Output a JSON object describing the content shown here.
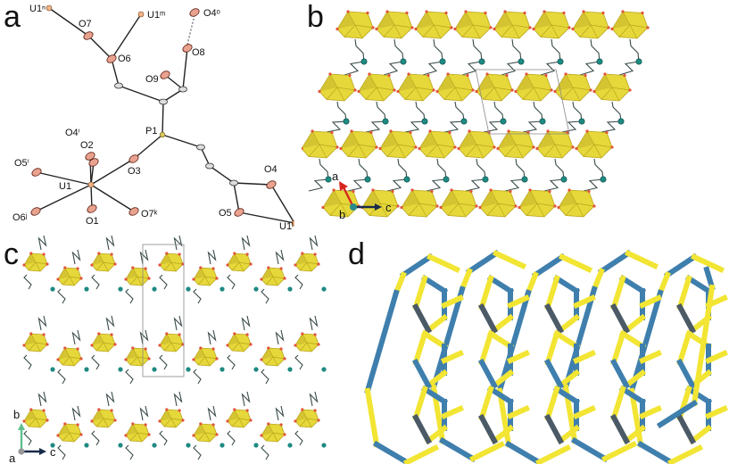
{
  "panels": {
    "a": {
      "label": "a"
    },
    "b": {
      "label": "b"
    },
    "c": {
      "label": "c"
    },
    "d": {
      "label": "d"
    }
  },
  "atoms_a": {
    "u1n": "U1ⁿ",
    "o7": "O7",
    "u1m": "U1ᵐ",
    "o4o": "O4ᵒ",
    "o6": "O6",
    "o8": "O8",
    "o9": "O9",
    "p1": "P1",
    "o4i": "O4ⁱ",
    "o2": "O2",
    "o5i": "O5ⁱ",
    "o3": "O3",
    "u1": "U1",
    "o4": "O4",
    "o6j": "O6ʲ",
    "o1": "O1",
    "o7k": "O7ᵏ",
    "o5": "O5",
    "u1l": "U1ˡ"
  },
  "axes_b": {
    "a": "a",
    "b": "b",
    "c": "c"
  },
  "axes_c": {
    "a": "a",
    "b": "b",
    "c": "c"
  },
  "colors": {
    "polyhedron": "#e6d83a",
    "polyhedron_dark": "#b9a51c",
    "phosphorus": "#1e8a82",
    "oxygen": "#e2553a",
    "uranium": "#f2b386",
    "net_yellow": "#f2e533",
    "net_blue": "#3f7fad",
    "axis_a": "#d8261f",
    "axis_b": "#5fbf8e",
    "axis_c": "#1a2a4a"
  }
}
